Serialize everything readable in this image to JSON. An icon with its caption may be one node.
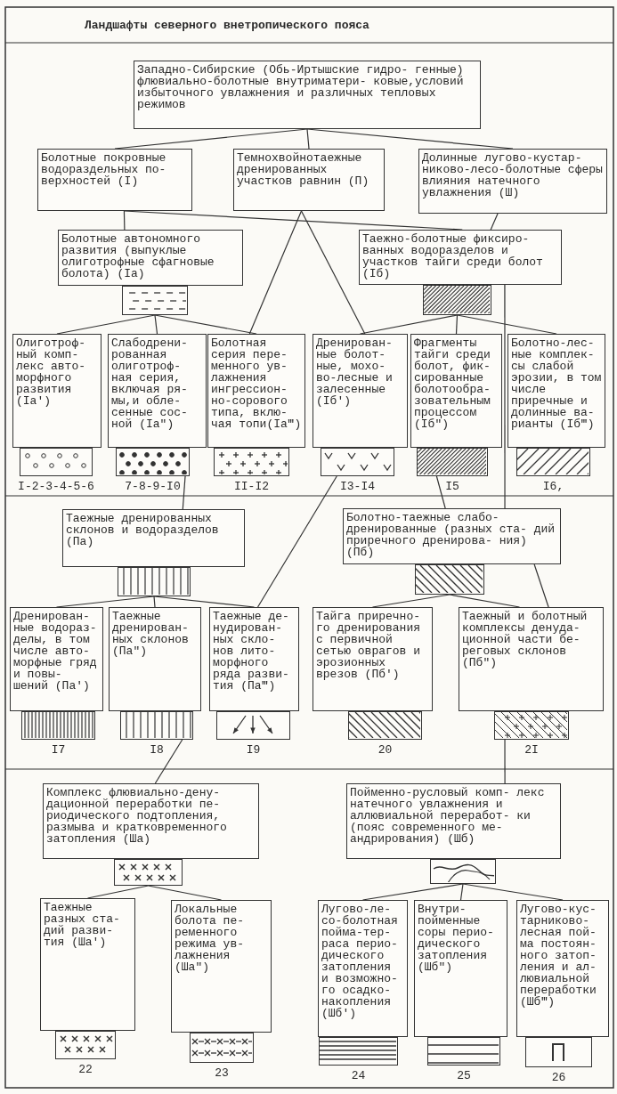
{
  "diagram": {
    "title": "Ландшафты северного внетропического пояса",
    "nodes": [
      {
        "text": [
          "Западно-Сибирские (Обь-Иртышские гидро- генные) флювиально-болотные внутриматери- ковые,условий избыточного увлажнения и различных тепловых режимов"
        ]
      },
      {
        "text": [
          "Болотные покровные водораздельных по- верхностей (I)"
        ]
      },
      {
        "text": [
          "Темнохвойнотаежные дренированных участков равнин (П)"
        ]
      },
      {
        "text": [
          "Долинные лугово-кустар- никово-лесо-болотные сферы влияния натечного увлажнения (Ш)"
        ]
      },
      {
        "text": [
          "Болотные автономного развития (выпуклые олиготрофные сфагновые болота) (Iа)"
        ]
      },
      {
        "text": [],
        "shape": "box"
      },
      {
        "text": [
          "Таежно-болотные фиксиро- ванных водоразделов и участков тайги среди болот (Iб)"
        ]
      },
      {
        "text": [],
        "shape": "box"
      },
      {
        "text": [
          "Олиготроф- ный комп- лекс авто- морфного развития (Iа′)"
        ]
      },
      {
        "text": [
          "Слабодрени- рованная олиготроф- ная серия, включая ря- мы,и обле- сенные сос- ной (Iа″)"
        ]
      },
      {
        "text": [
          "Болотная серия пере- менного ув- лажнения ингрессион- но-сорового типа, вклю- чая топи(Iа‴)"
        ]
      },
      {
        "text": [
          "Дренирован- ные болот- ные, мохо- во-лесные и залесенные (Iб′)"
        ]
      },
      {
        "text": [
          "Фрагменты тайги среди болот, фик- сированные болотообра- зовательным процессом (Iб″)"
        ]
      },
      {
        "text": [
          "Болотно-лес- ные комплек- сы слабой эрозии, в том числе приречные и долинные ва- рианты (Iб‴)"
        ]
      },
      {
        "text": [],
        "shape": "box",
        "beside": [
          "I-2-3-4-5-6"
        ]
      },
      {
        "text": [],
        "shape": "box",
        "beside": [
          "7-8-9-I0"
        ]
      },
      {
        "text": [],
        "shape": "box",
        "beside": [
          "II-I2"
        ]
      },
      {
        "text": [],
        "shape": "box",
        "beside": [
          "I3-I4"
        ]
      },
      {
        "text": [],
        "shape": "box",
        "beside": [
          "I5"
        ]
      },
      {
        "text": [],
        "shape": "box",
        "beside": [
          "I6,"
        ]
      },
      {
        "text": [
          "Таежные дренированных склонов и водоразделов (Пa)"
        ]
      },
      {
        "text": [],
        "shape": "box"
      },
      {
        "text": [
          "Болотно-таежные слабо- дренированные (разных ста- дий приречного дренирова- ния) (Пб)"
        ]
      },
      {
        "text": [],
        "shape": "box"
      },
      {
        "text": [
          "Дренирован- ные водораз- делы, в том числе авто- морфные гряд и повы- шений (Пa′)"
        ]
      },
      {
        "text": [
          "Таежные дренирован- ных склонов (Пa″)"
        ]
      },
      {
        "text": [
          "Таежные де- нудирован- ных скло- нов лито- морфного ряда разви- тия (Пa‴)"
        ]
      },
      {
        "text": [
          "Тайга приречно- го дренирования с первичной сетью оврагов и эрозионных врезов (Пб′)"
        ]
      },
      {
        "text": [
          "Таежный и болотный комплексы денуда- ционной части бе- реговых склонов (Пб″)"
        ]
      },
      {
        "text": [],
        "shape": "box",
        "beside": [
          "I7"
        ]
      },
      {
        "text": [],
        "shape": "box",
        "beside": [
          "I8"
        ]
      },
      {
        "text": [],
        "shape": "box",
        "beside": [
          "I9"
        ]
      },
      {
        "text": [],
        "shape": "box",
        "beside": [
          "20"
        ]
      },
      {
        "text": [],
        "shape": "box",
        "beside": [
          "2I"
        ]
      },
      {
        "text": [
          "Комплекс флювиально-дену- дационной переработки пе- риодического подтопления, размыва и кратковременного затопления (Шa)"
        ]
      },
      {
        "text": [],
        "shape": "box"
      },
      {
        "text": [
          "Пойменно-русловый комп- лекс натечного увлажнения и аллювиальной переработ- ки (пояс современного ме- андрирования) (Шб)"
        ]
      },
      {
        "text": [],
        "shape": "box"
      },
      {
        "text": [
          "Таежные разных ста- дий разви- тия (Шa′)"
        ]
      },
      {
        "text": [
          "Локальные болота пе- ременного режима ув- лажнения (Шa″)"
        ]
      },
      {
        "text": [
          "Лугово-ле- со-болотная пойма-тер- раса перио- дического затопления и возможно- го осадко- накопления (Шб′)"
        ]
      },
      {
        "text": [
          "Внутри- пойменные соры перио- дического затопления (Шб″)"
        ]
      },
      {
        "text": [
          "Лугово-кус- тарниково- лесная пой- ма постоян- ного затоп- ления и ал- лювиальной переработки (Шб‴)"
        ]
      },
      {
        "text": [],
        "shape": "box",
        "beside": [
          "22"
        ]
      },
      {
        "text": [],
        "shape": "box",
        "beside": [
          "23"
        ]
      },
      {
        "text": [],
        "shape": "box",
        "beside": [
          "24"
        ]
      },
      {
        "text": [],
        "shape": "box",
        "beside": [
          "25"
        ]
      },
      {
        "text": [],
        "shape": "box",
        "beside": [
          "26"
        ]
      }
    ],
    "edges": [
      {
        "from": 0,
        "to": 1,
        "arrow": "none"
      },
      {
        "from": 0,
        "to": 2,
        "arrow": "none"
      },
      {
        "from": 0,
        "to": 3,
        "arrow": "none"
      },
      {
        "from": 1,
        "to": 4,
        "arrow": "none"
      },
      {
        "from": 1,
        "to": 6,
        "arrow": "none"
      },
      {
        "from": 3,
        "to": 6,
        "arrow": "none"
      },
      {
        "from": 2,
        "to": 10,
        "arrow": "none"
      },
      {
        "from": 2,
        "to": 11,
        "arrow": "none"
      },
      {
        "from": 5,
        "to": 8,
        "arrow": "none"
      },
      {
        "from": 5,
        "to": 9,
        "arrow": "none"
      },
      {
        "from": 5,
        "to": 10,
        "arrow": "none"
      },
      {
        "from": 7,
        "to": 11,
        "arrow": "none"
      },
      {
        "from": 7,
        "to": 12,
        "arrow": "none"
      },
      {
        "from": 7,
        "to": 13,
        "arrow": "none"
      },
      {
        "from": 6,
        "to": 22,
        "arrow": "none"
      },
      {
        "from": 15,
        "to": 20,
        "arrow": "none"
      },
      {
        "from": 17,
        "to": 26,
        "arrow": "none"
      },
      {
        "from": 18,
        "to": 22,
        "arrow": "none"
      },
      {
        "from": 21,
        "to": 24,
        "arrow": "none"
      },
      {
        "from": 21,
        "to": 25,
        "arrow": "none"
      },
      {
        "from": 21,
        "to": 26,
        "arrow": "none"
      },
      {
        "from": 23,
        "to": 27,
        "arrow": "none"
      },
      {
        "from": 23,
        "to": 28,
        "arrow": "none"
      },
      {
        "from": 22,
        "to": 28,
        "arrow": "none"
      },
      {
        "from": 30,
        "to": 34,
        "arrow": "none"
      },
      {
        "from": 33,
        "to": 36,
        "arrow": "none"
      },
      {
        "from": 35,
        "to": 38,
        "arrow": "none"
      },
      {
        "from": 35,
        "to": 39,
        "arrow": "none"
      },
      {
        "from": 37,
        "to": 40,
        "arrow": "none"
      },
      {
        "from": 37,
        "to": 41,
        "arrow": "none"
      },
      {
        "from": 37,
        "to": 42,
        "arrow": "none"
      }
    ]
  }
}
